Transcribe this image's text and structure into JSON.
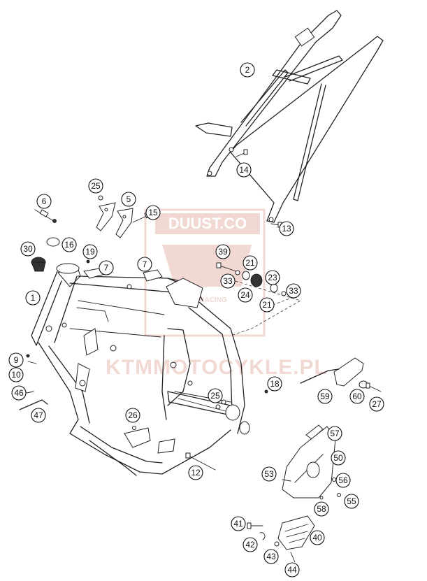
{
  "watermark": {
    "brand": "DUUST.CO",
    "racing": "RACING",
    "url": "KTMMOTOCYKLE.PL",
    "color": "#e8b9b0"
  },
  "callouts": [
    {
      "id": "callout-1",
      "label": "1"
    },
    {
      "id": "callout-2",
      "label": "2"
    },
    {
      "id": "callout-5",
      "label": "5"
    },
    {
      "id": "callout-6",
      "label": "6"
    },
    {
      "id": "callout-7a",
      "label": "7"
    },
    {
      "id": "callout-7b",
      "label": "7"
    },
    {
      "id": "callout-9",
      "label": "9"
    },
    {
      "id": "callout-10",
      "label": "10"
    },
    {
      "id": "callout-12",
      "label": "12"
    },
    {
      "id": "callout-13",
      "label": "13"
    },
    {
      "id": "callout-14",
      "label": "14"
    },
    {
      "id": "callout-15",
      "label": "15"
    },
    {
      "id": "callout-16",
      "label": "16"
    },
    {
      "id": "callout-18",
      "label": "18"
    },
    {
      "id": "callout-19",
      "label": "19"
    },
    {
      "id": "callout-21a",
      "label": "21"
    },
    {
      "id": "callout-21b",
      "label": "21"
    },
    {
      "id": "callout-23",
      "label": "23"
    },
    {
      "id": "callout-24",
      "label": "24"
    },
    {
      "id": "callout-25a",
      "label": "25"
    },
    {
      "id": "callout-25b",
      "label": "25"
    },
    {
      "id": "callout-26",
      "label": "26"
    },
    {
      "id": "callout-27",
      "label": "27"
    },
    {
      "id": "callout-30",
      "label": "30"
    },
    {
      "id": "callout-33a",
      "label": "33"
    },
    {
      "id": "callout-33b",
      "label": "33"
    },
    {
      "id": "callout-39",
      "label": "39"
    },
    {
      "id": "callout-40",
      "label": "40"
    },
    {
      "id": "callout-41",
      "label": "41"
    },
    {
      "id": "callout-42",
      "label": "42"
    },
    {
      "id": "callout-43",
      "label": "43"
    },
    {
      "id": "callout-44",
      "label": "44"
    },
    {
      "id": "callout-46",
      "label": "46"
    },
    {
      "id": "callout-47",
      "label": "47"
    },
    {
      "id": "callout-50",
      "label": "50"
    },
    {
      "id": "callout-53",
      "label": "53"
    },
    {
      "id": "callout-55",
      "label": "55"
    },
    {
      "id": "callout-56",
      "label": "56"
    },
    {
      "id": "callout-57",
      "label": "57"
    },
    {
      "id": "callout-58",
      "label": "58"
    },
    {
      "id": "callout-59",
      "label": "59"
    },
    {
      "id": "callout-60",
      "label": "60"
    }
  ]
}
